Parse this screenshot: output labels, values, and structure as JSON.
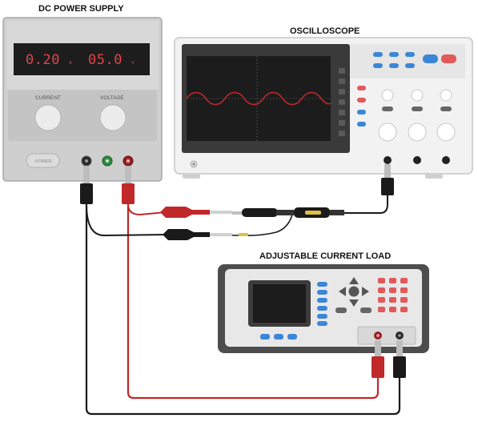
{
  "labels": {
    "power_supply": "DC POWER SUPPLY",
    "oscilloscope": "OSCILLOSCOPE",
    "current_load": "ADJUSTABLE CURRENT LOAD"
  },
  "power_supply": {
    "current_reading": "0.20",
    "current_unit": "A",
    "voltage_reading": "05.0",
    "voltage_unit": "V",
    "current_knob_label": "CURRENT",
    "voltage_knob_label": "VOLTAGE",
    "power_button_label": "POWER"
  },
  "colors": {
    "positive_wire": "#c0282a",
    "negative_wire": "#1a1a1a",
    "display_digits": "#e0454a",
    "waveform": "#c0282a",
    "button_blue": "#3b86d6",
    "button_red": "#e05a5a"
  },
  "icons": [
    "power-button-icon",
    "dpad-icon",
    "probe-icon",
    "clip-icon",
    "terminal-icon"
  ]
}
